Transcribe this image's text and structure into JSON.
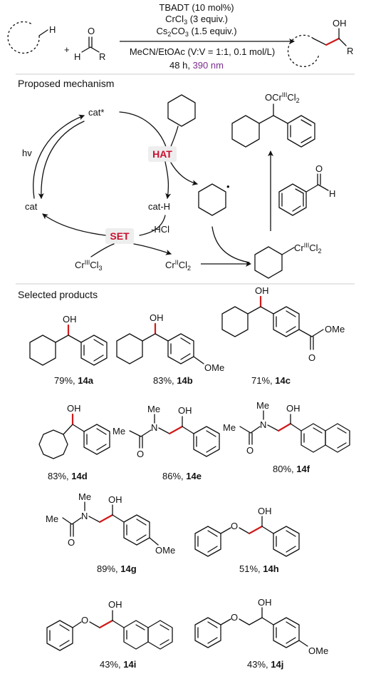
{
  "reaction": {
    "catalyst": "TBADT (10 mol%)",
    "reagent1_main": "CrCl",
    "reagent1_sub": "3",
    "reagent1_tail": " (3 equiv.)",
    "base_main": "Cs",
    "base_sub1": "2",
    "base_mid": "CO",
    "base_sub2": "3",
    "base_tail": " (1.5 equiv.)",
    "solvent": "MeCN/EtOAc (V:V = 1:1, 0.1 mol/L)",
    "conditions_time": "48 h, ",
    "conditions_wavelength": "390 nm",
    "plus": "+",
    "label_H_substrate": "H",
    "label_H_aldehyde": "H",
    "label_O": "O",
    "label_R": "R",
    "label_OH": "OH",
    "label_R_product": "R"
  },
  "mechanism": {
    "title": "Proposed mechanism",
    "cat_star": "cat*",
    "cat": "cat",
    "cat_H": "cat-H",
    "hv": "hv",
    "HAT": "HAT",
    "SET": "SET",
    "minus_HCl": "-HCl",
    "crIII_Cl3_a": "Cr",
    "crIII_Cl3_sup": "III",
    "crIII_Cl3_b": "Cl",
    "crIII_Cl3_sub": "3",
    "crII_a": "Cr",
    "crII_sup": "II",
    "crII_b": "Cl",
    "crII_sub": "2",
    "alkylCr_a": "Cr",
    "alkylCr_sup": "III",
    "alkylCr_b": "Cl",
    "alkylCr_sub": "2",
    "alkoxide_a": "OCr",
    "alkoxide_sup": "III",
    "alkoxide_b": "Cl",
    "alkoxide_sub": "2",
    "benzaldehyde_O": "O",
    "benzaldehyde_H": "H",
    "radical_dot": "•"
  },
  "products": {
    "title": "Selected products",
    "items": [
      {
        "yield": "79%, ",
        "id": "14a"
      },
      {
        "yield": "83%, ",
        "id": "14b"
      },
      {
        "yield": "71%, ",
        "id": "14c"
      },
      {
        "yield": "83%, ",
        "id": "14d"
      },
      {
        "yield": "86%, ",
        "id": "14e"
      },
      {
        "yield": "80%, ",
        "id": "14f"
      },
      {
        "yield": "89%, ",
        "id": "14g"
      },
      {
        "yield": "51%, ",
        "id": "14h"
      },
      {
        "yield": "43%, ",
        "id": "14i"
      },
      {
        "yield": "43%, ",
        "id": "14j"
      }
    ],
    "labels": {
      "OH": "OH",
      "OMe": "OMe",
      "O": "O",
      "Me": "Me",
      "N": "N"
    }
  },
  "colors": {
    "accent_red": "#c8102e",
    "wavelength_purple": "#7b2d8e",
    "hv_purple": "#7b2d8e",
    "badge_bg": "#eeeeee",
    "bond_red": "#d11a1a"
  }
}
